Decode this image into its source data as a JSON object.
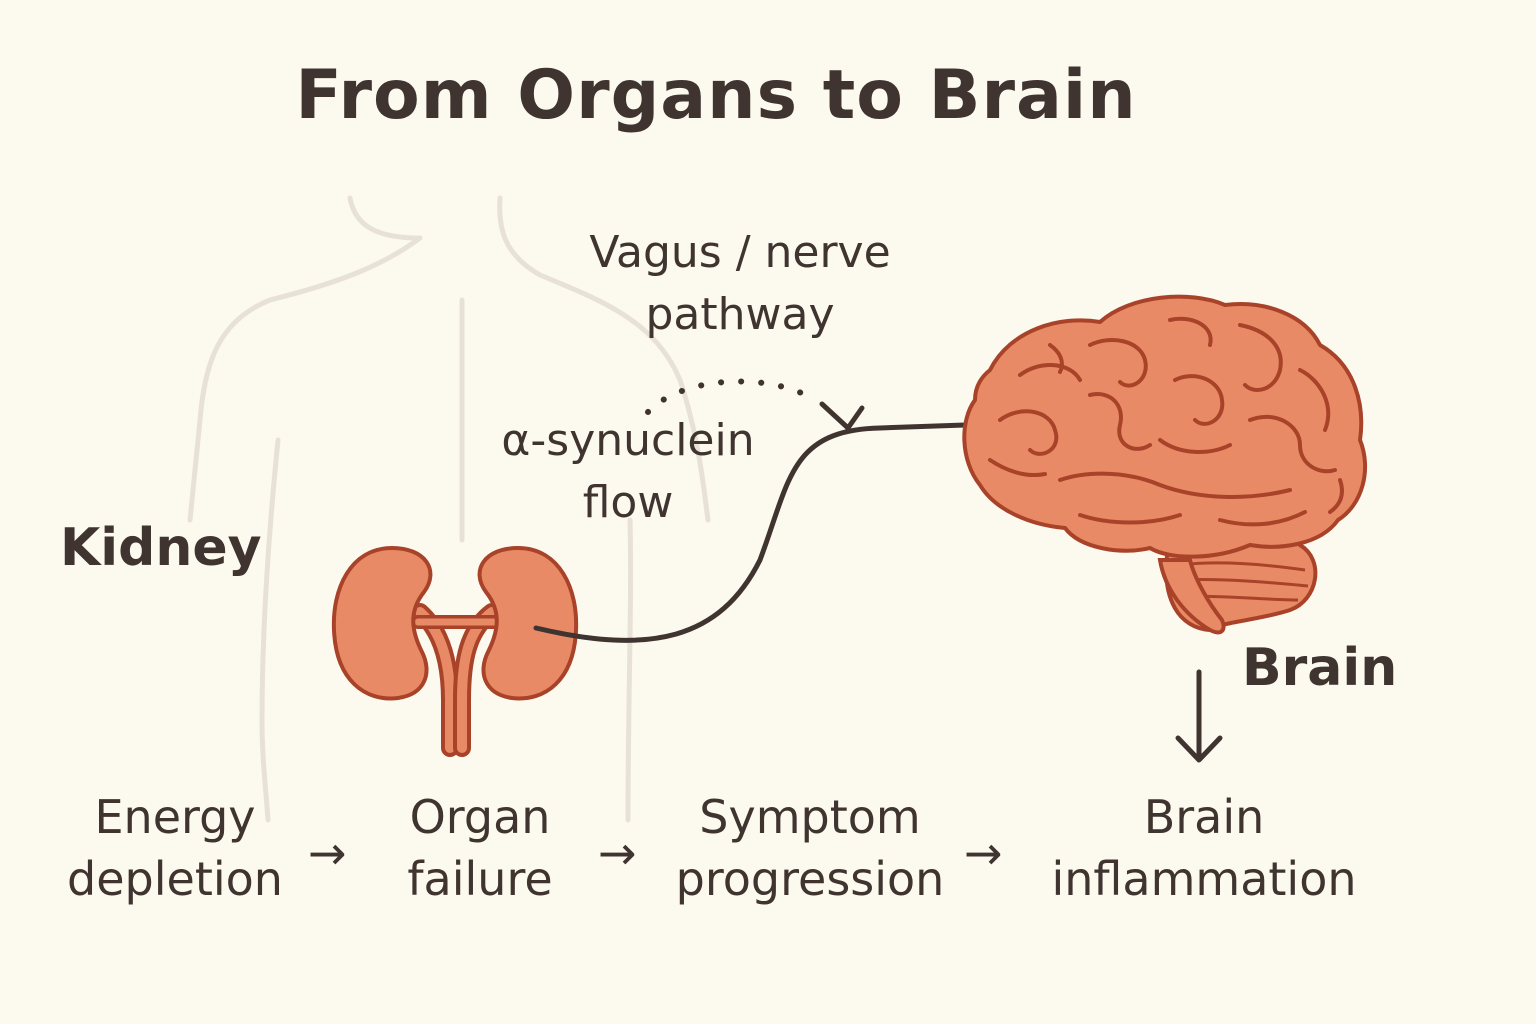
{
  "title": "From Organs to Brain",
  "labels": {
    "kidney": "Kidney",
    "brain": "Brain",
    "vagus_line1": "Vagus / nerve",
    "vagus_line2": "pathway",
    "synuclein_line1": "α-synuclein",
    "synuclein_line2": "flow"
  },
  "steps": [
    {
      "line1": "Energy",
      "line2": "depletion"
    },
    {
      "line1": "Organ",
      "line2": "failure"
    },
    {
      "line1": "Symptom",
      "line2": "progression"
    },
    {
      "line1": "Brain",
      "line2": "inflammation"
    }
  ],
  "arrow_glyph": "→",
  "colors": {
    "background": "#fcf9ef",
    "text": "#3f3430",
    "organ_fill": "#e98a66",
    "organ_stroke": "#a8432a",
    "body_outline": "#e8e2d6"
  }
}
